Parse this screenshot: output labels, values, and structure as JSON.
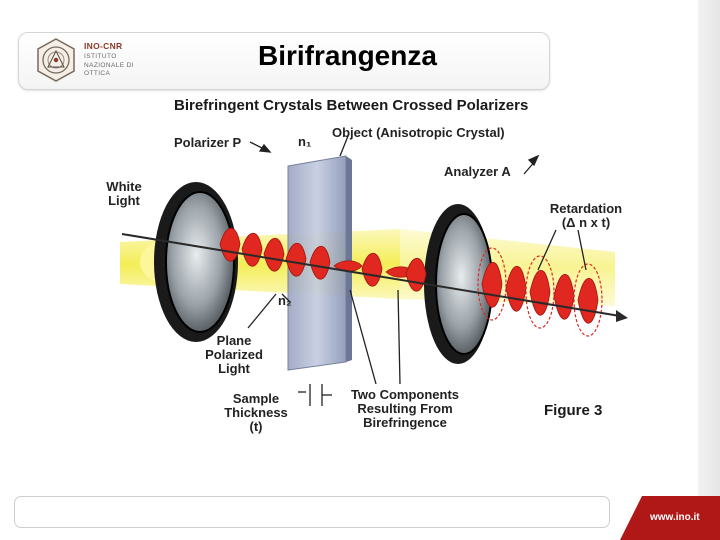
{
  "slide": {
    "title": "Birifrangenza",
    "website": "www.ino.it"
  },
  "logo": {
    "org": "INO-CNR",
    "subtitle_lines": [
      "Istituto",
      "Nazionale di",
      "Ottica"
    ]
  },
  "diagram": {
    "title": "Birefringent Crystals Between Crossed Polarizers",
    "labels": {
      "polarizer": "Polarizer P",
      "n1": "n₁",
      "object": "Object (Anisotropic Crystal)",
      "analyzer": "Analyzer A",
      "white_light": "White\nLight",
      "retardation": "Retardation\n(Δ n  x  t)",
      "n2": "n₂",
      "plane_polarized": "Plane\nPolarized\nLight",
      "sample_thickness": "Sample\nThickness\n(t)",
      "two_components": "Two Components\nResulting From\nBirefringence"
    },
    "figure_label": "Figure 3",
    "colors": {
      "beam": "#f2ea3a",
      "wave": "#e02820",
      "crystal": "#8a95b5",
      "polarizer_rim": "#151515",
      "footer_band": "#b01818"
    }
  }
}
